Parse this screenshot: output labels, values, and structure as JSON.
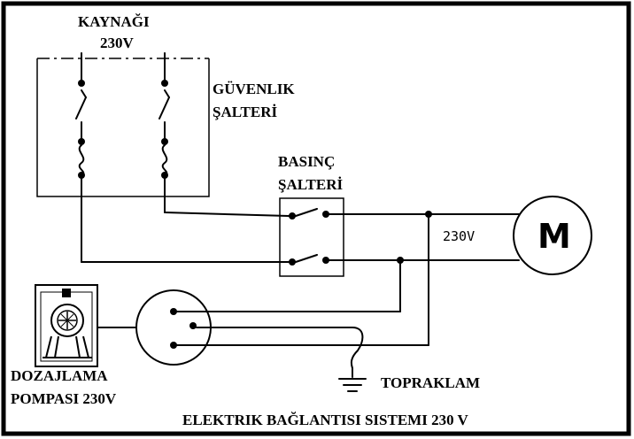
{
  "labels": {
    "source_line1": "KAYNAĞI",
    "source_line2": "230V",
    "safety_switch_line1": "GÜVENLIK",
    "safety_switch_line2": "ŞALTERİ",
    "pressure_switch_line1": "BASINÇ",
    "pressure_switch_line2": "ŞALTERİ",
    "voltage": "230V",
    "motor": "M",
    "dosing_pump_line1": "DOZAJLAMA",
    "dosing_pump_line2": "POMPASI 230V",
    "ground": "TOPRAKLAM",
    "title": "ELEKTRIK BAĞLANTISI SISTEMI 230 V"
  }
}
